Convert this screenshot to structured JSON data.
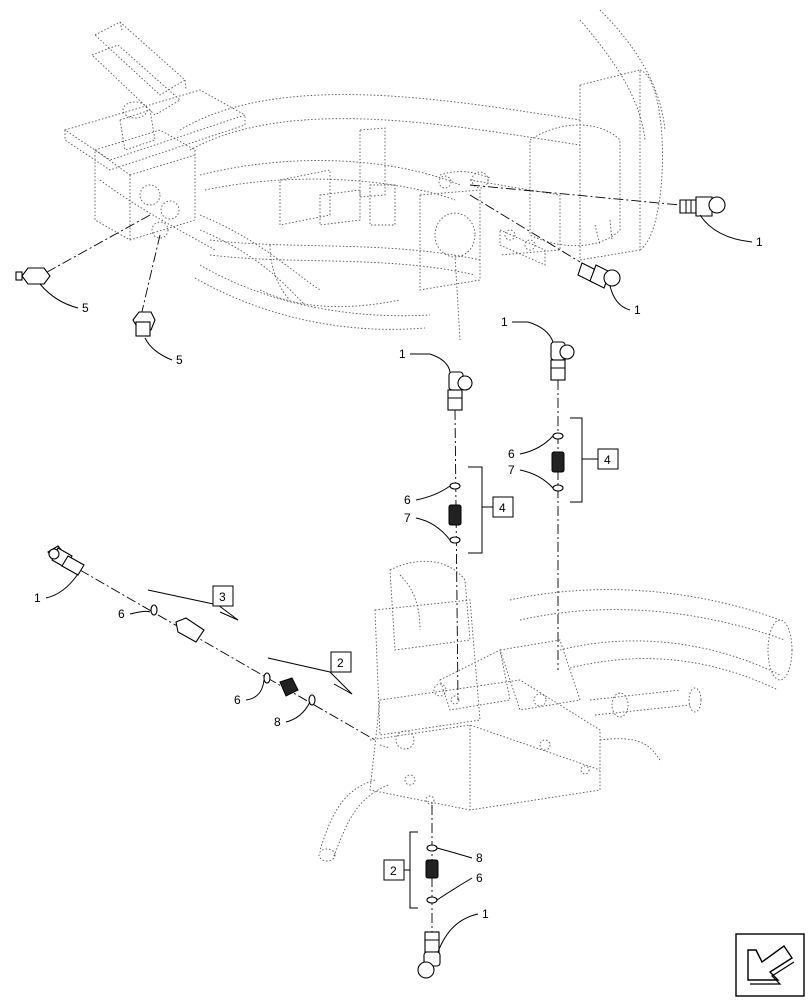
{
  "diagram": {
    "callouts": [
      {
        "id": "c1",
        "text": "1"
      },
      {
        "id": "c2",
        "text": "1"
      },
      {
        "id": "c3",
        "text": "5"
      },
      {
        "id": "c4",
        "text": "5"
      },
      {
        "id": "c5",
        "text": "1"
      },
      {
        "id": "c6",
        "text": "1"
      },
      {
        "id": "c7",
        "text": "6"
      },
      {
        "id": "c8",
        "text": "7"
      },
      {
        "id": "c9",
        "text": "6"
      },
      {
        "id": "c10",
        "text": "7"
      },
      {
        "id": "c11",
        "text": "1"
      },
      {
        "id": "c12",
        "text": "6"
      },
      {
        "id": "c13",
        "text": "6"
      },
      {
        "id": "c14",
        "text": "8"
      },
      {
        "id": "c15",
        "text": "8"
      },
      {
        "id": "c16",
        "text": "6"
      },
      {
        "id": "c17",
        "text": "1"
      }
    ],
    "kits": [
      {
        "id": "k1",
        "text": "4"
      },
      {
        "id": "k2",
        "text": "4"
      },
      {
        "id": "k3",
        "text": "3"
      },
      {
        "id": "k4",
        "text": "2"
      },
      {
        "id": "k5",
        "text": "2"
      }
    ],
    "nav_icon": "arrow-down-left-icon"
  }
}
